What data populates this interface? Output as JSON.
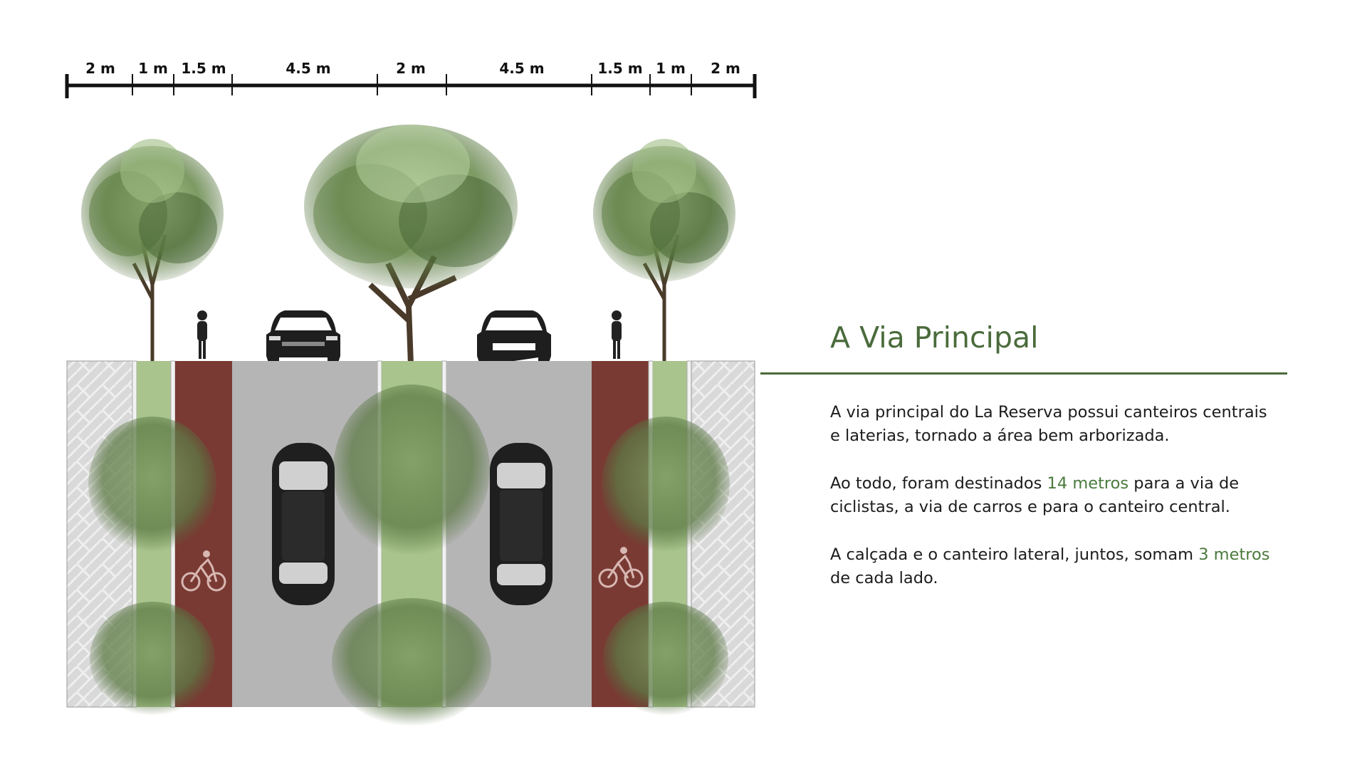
{
  "scale": {
    "segments": [
      "2 m",
      "1 m",
      "1.5 m",
      "4.5 m",
      "2 m",
      "4.5 m",
      "1.5 m",
      "1 m",
      "2 m"
    ]
  },
  "icons": {
    "bicycle": "bicycle-icon",
    "car": "car-icon",
    "tree": "tree-icon",
    "cyclist": "cyclist-icon"
  },
  "colors": {
    "accent": "#4a6b3b",
    "highlight": "#4a7a3c",
    "bike_lane": "#7a3a34",
    "road": "#b3b3b3",
    "median": "#a7c48a",
    "sidewalk": "#d8d8d8"
  },
  "panel": {
    "title": "A Via Principal",
    "p1": "A via principal do La Reserva possui canteiros centrais e laterias, tornado a área bem arborizada.",
    "p2_a": "Ao todo, foram destinados ",
    "p2_hl": "14 metros",
    "p2_b": " para a via de ciclistas, a via de carros e para o canteiro central.",
    "p3_a": "A calçada e o canteiro lateral, juntos, somam ",
    "p3_hl": "3 metros",
    "p3_b": " de cada lado."
  }
}
